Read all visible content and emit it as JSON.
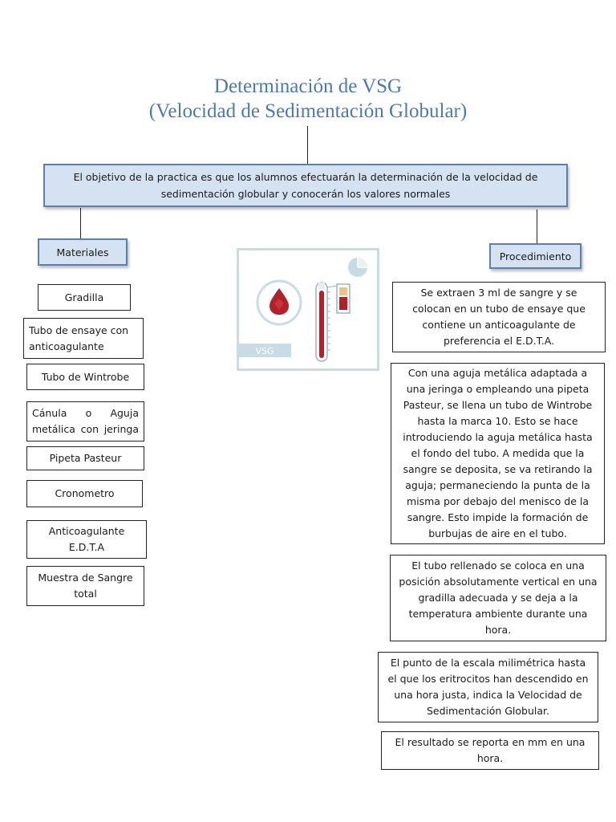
{
  "title": {
    "line1": "Determinación de VSG",
    "line2": "(Velocidad de Sedimentación Globular)"
  },
  "objective": "El objetivo de la practica es que los alumnos efectuarán la determinación de la velocidad de sedimentación globular y conocerán los valores normales",
  "materials": {
    "header": "Materiales",
    "items": [
      "Gradilla",
      "Tubo de ensaye con anticoagulante",
      "Tubo de Wintrobe",
      "Cánula o Aguja metálica con jeringa",
      "Pipeta Pasteur",
      "Cronometro",
      "Anticoagulante E.D.T.A",
      "Muestra de Sangre total"
    ]
  },
  "illustration": {
    "label": "VSG"
  },
  "procedure": {
    "header": "Procedimiento",
    "steps": [
      "Se extraen 3 ml de sangre y se colocan en un tubo de ensaye que contiene un anticoagulante de preferencia el E.D.T.A.",
      "Con una aguja metálica adaptada a una jeringa o empleando una pipeta Pasteur, se llena un tubo de Wintrobe hasta la marca 10. Esto se hace introduciendo la aguja metálica hasta el fondo del tubo. A medida que la sangre se deposita, se va retirando la aguja; permaneciendo la punta de la misma por debajo del menisco de la sangre. Esto impide la formación de burbujas de aire en el tubo.",
      "El tubo rellenado se coloca en una posición absolutamente vertical en una gradilla adecuada y se deja a la temperatura ambiente durante una hora.",
      "El punto de la escala milimétrica hasta el que los eritrocitos han descendido en una hora justa, indica la Velocidad de Sedimentación Globular.",
      "El resultado se reporta en mm en una hora."
    ]
  },
  "colors": {
    "title": "#4a78b8",
    "header_fill": "#d5e2f2",
    "header_border": "#5b7fb0",
    "blood": "#b3202a"
  }
}
